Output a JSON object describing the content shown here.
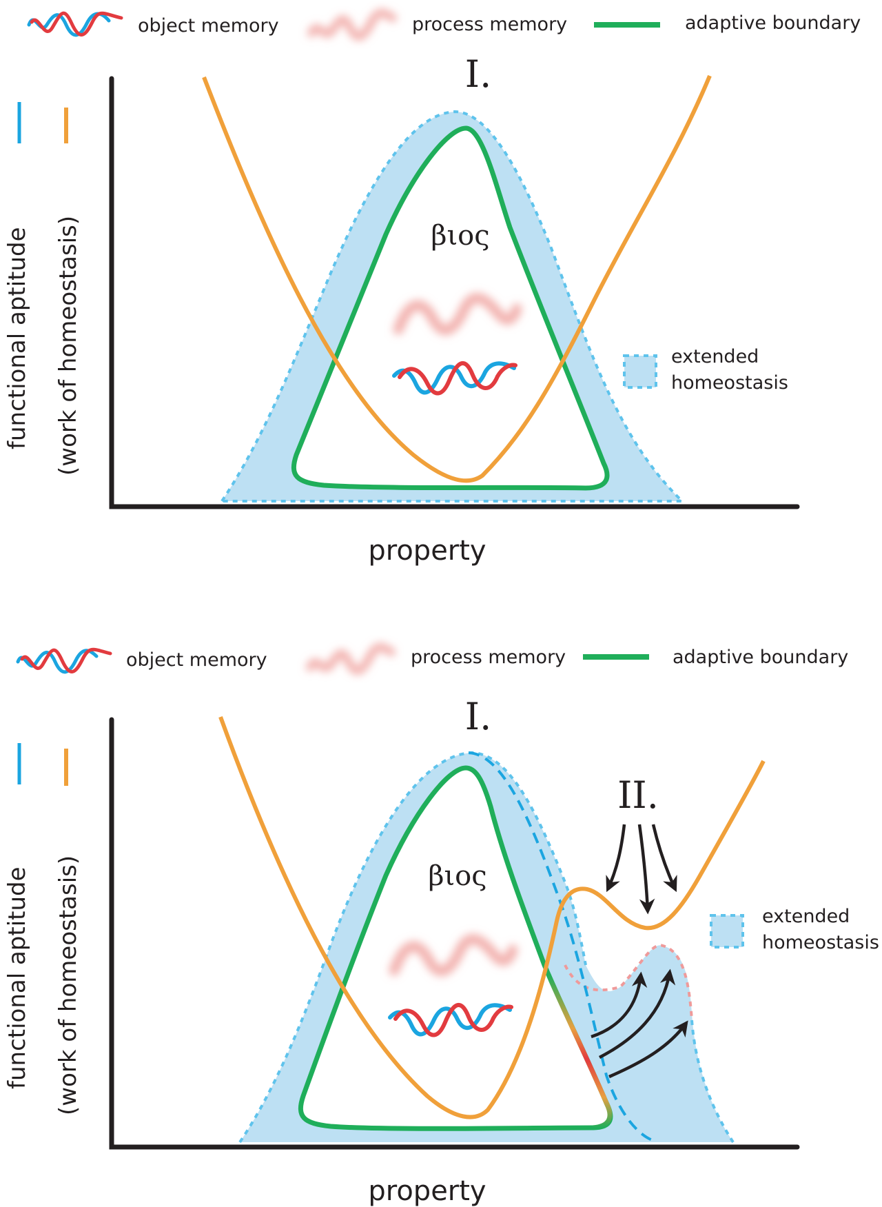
{
  "colors": {
    "object_blue": "#1ba5e0",
    "object_red": "#e23b3f",
    "process_memory": "#f0a3a0",
    "adaptive_boundary": "#1fae5a",
    "homeostasis_work": "#f0a03a",
    "extended_fill": "#bde0f3",
    "extended_border": "#5ec3ec",
    "axis": "#231f20",
    "arrow": "#231f20",
    "new_boundary_dots": "#ef9a9a"
  },
  "panels": [
    {
      "legend": {
        "object_memory": "object memory",
        "process_memory": "process memory",
        "adaptive_boundary": "adaptive boundary"
      },
      "y_axis": {
        "label_line1": "functional aptitude",
        "label_line2": "(work of homeostasis)"
      },
      "x_axis": {
        "label": "property"
      },
      "region_marker": "I.",
      "center_label": "βιος",
      "side_legend": {
        "line1": "extended",
        "line2": "homeostasis"
      }
    },
    {
      "legend": {
        "object_memory": "object memory",
        "process_memory": "process memory",
        "adaptive_boundary": "adaptive boundary"
      },
      "y_axis": {
        "label_line1": "functional aptitude",
        "label_line2": "(work of homeostasis)"
      },
      "x_axis": {
        "label": "property"
      },
      "region_marker": "I.",
      "secondary_marker": "II.",
      "center_label": "βιος",
      "side_legend": {
        "line1": "extended",
        "line2": "homeostasis"
      }
    }
  ]
}
